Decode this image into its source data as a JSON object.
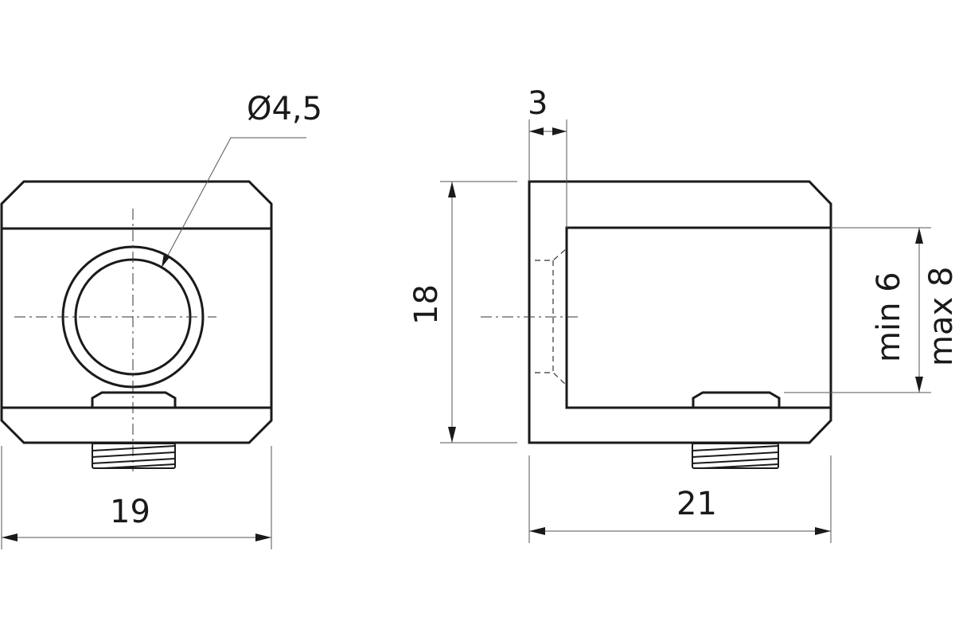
{
  "diagram": {
    "front_view": {
      "hole_diameter_label": "Ø4,5",
      "width_label": "19"
    },
    "side_view": {
      "wall_thickness_label": "3",
      "height_label": "18",
      "length_label": "21",
      "slot_min_label": "min 6",
      "slot_max_label": "max 8"
    }
  }
}
